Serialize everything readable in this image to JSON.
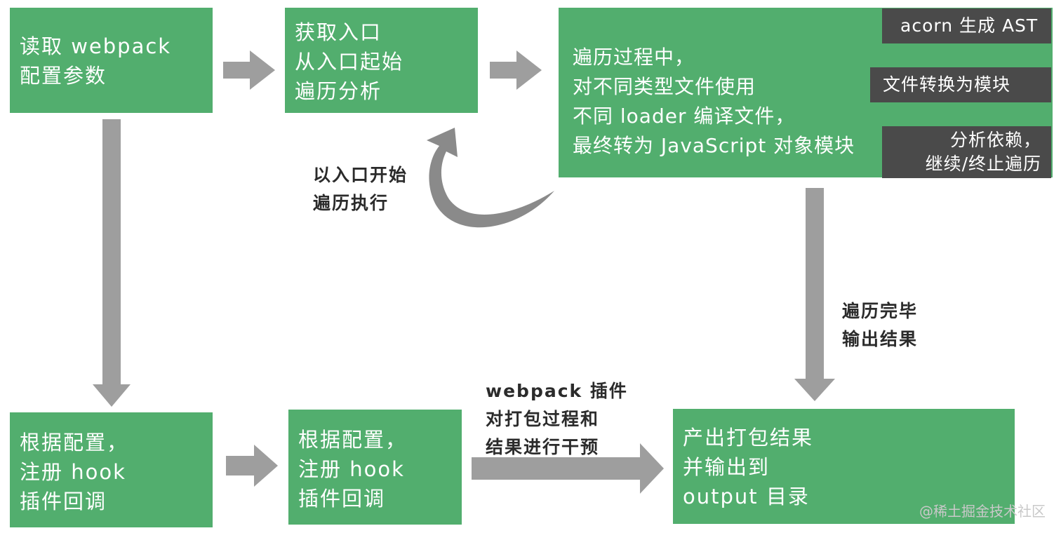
{
  "boxes": {
    "read_config": [
      "读取 webpack",
      "配置参数"
    ],
    "get_entry": [
      "获取入口",
      "从入口起始",
      "遍历分析"
    ],
    "traverse": [
      "遍历过程中，",
      "对不同类型文件使用",
      "不同 loader 编译文件，",
      "最终转为 JavaScript 对象模块"
    ],
    "register_hook_1": [
      "根据配置，",
      "注册 hook",
      "插件回调"
    ],
    "register_hook_2": [
      "根据配置，",
      "注册 hook",
      "插件回调"
    ],
    "output_result": [
      "产出打包结果",
      "并输出到",
      "output 目录"
    ]
  },
  "sub_steps": {
    "acorn": "acorn 生成 AST",
    "to_module": "文件转换为模块",
    "analyze_deps": [
      "分析依赖，",
      "继续/终止遍历"
    ]
  },
  "labels": {
    "loop_back": [
      "以入口开始",
      "遍历执行"
    ],
    "done_output": [
      "遍历完毕",
      "输出结果"
    ],
    "plugin_intervene": [
      "webpack 插件",
      "对打包过程和",
      "结果进行干预"
    ]
  },
  "watermark": "@稀土掘金技术社区",
  "colors": {
    "box_green": "#52ae6e",
    "dark_gray": "#4a4a4a",
    "arrow_gray": "#9e9e9e"
  }
}
